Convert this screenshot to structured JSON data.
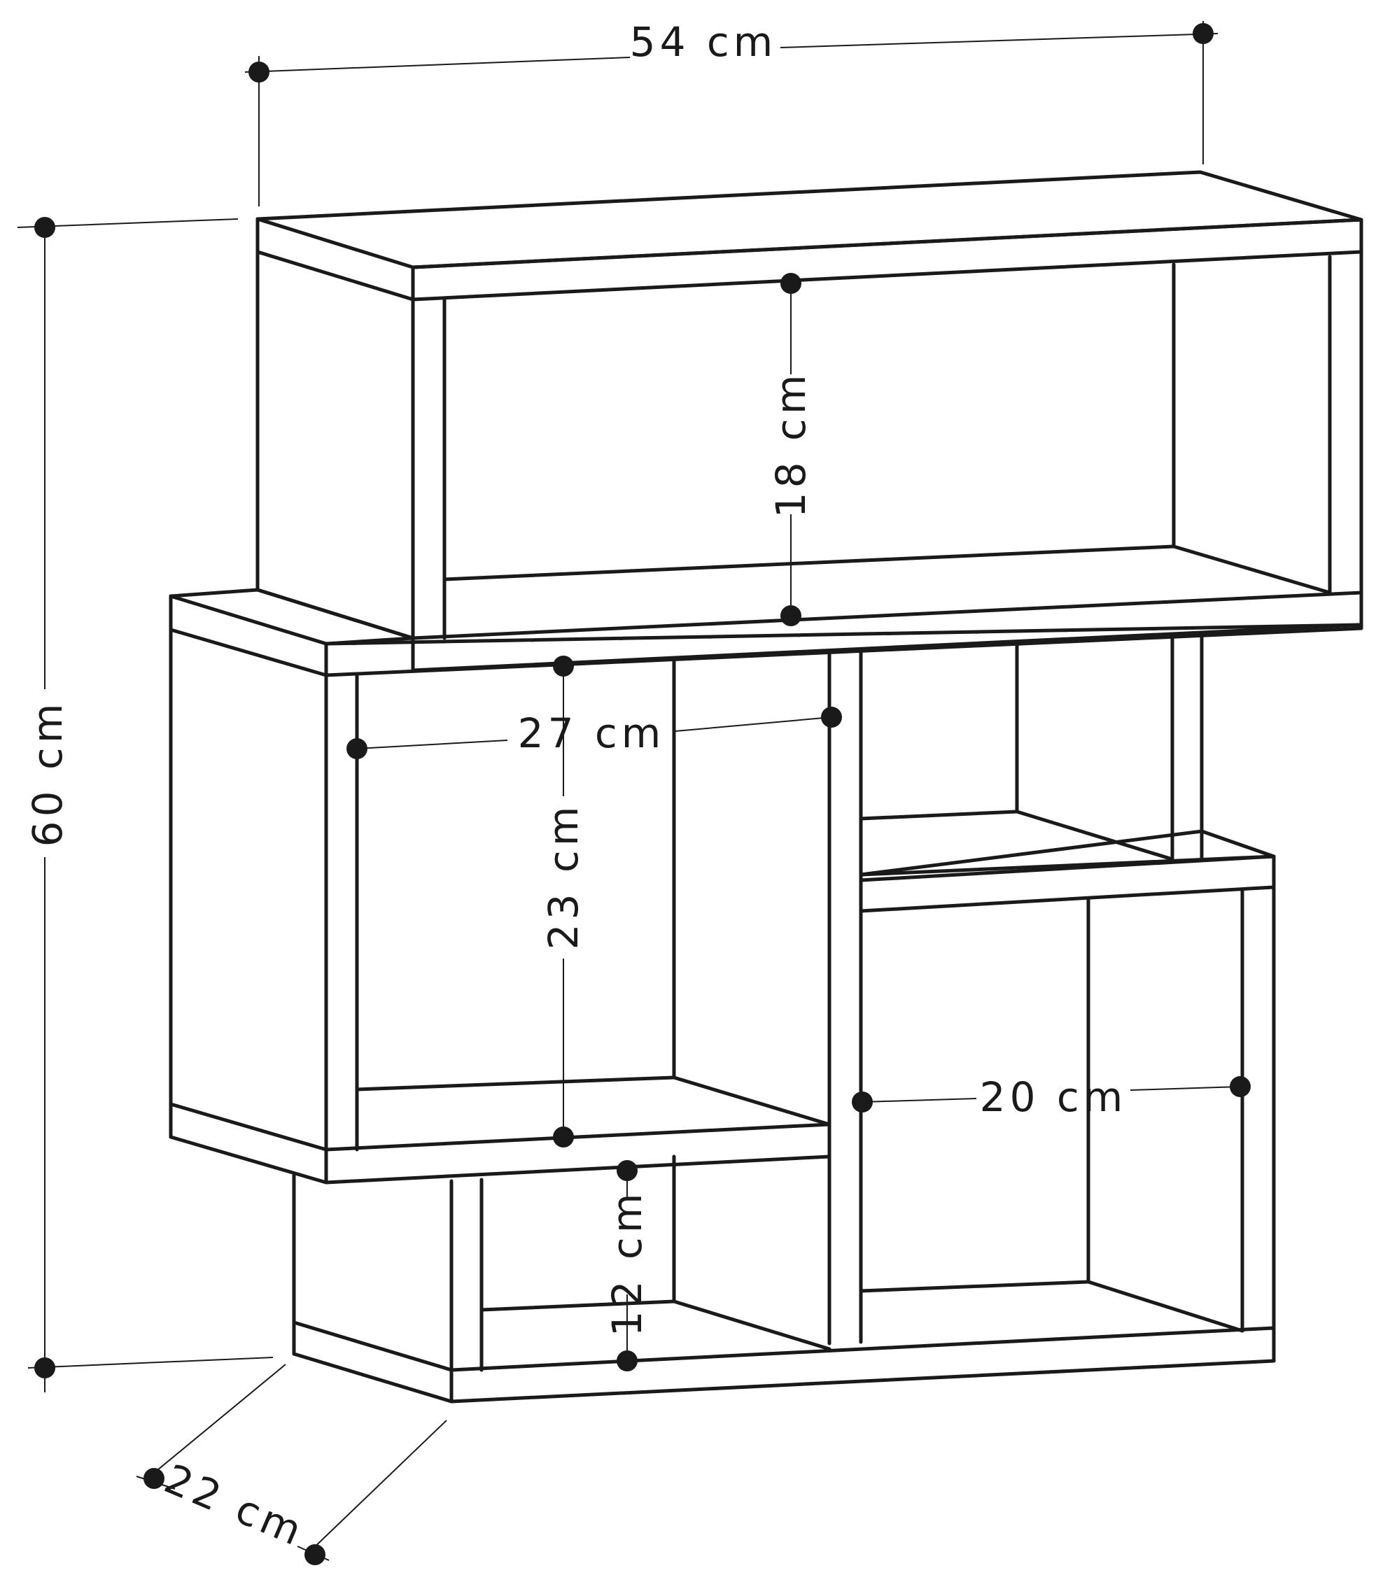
{
  "diagram": {
    "colors": {
      "line": "#1a1a1a",
      "background": "#ffffff"
    },
    "dimensions": {
      "width": "54 cm",
      "height": "60 cm",
      "depth": "22 cm",
      "top_compartment_height": "18 cm",
      "middle_left_width": "27 cm",
      "middle_left_height": "23 cm",
      "right_compartment_width": "20 cm",
      "bottom_compartment_height": "12 cm"
    }
  }
}
